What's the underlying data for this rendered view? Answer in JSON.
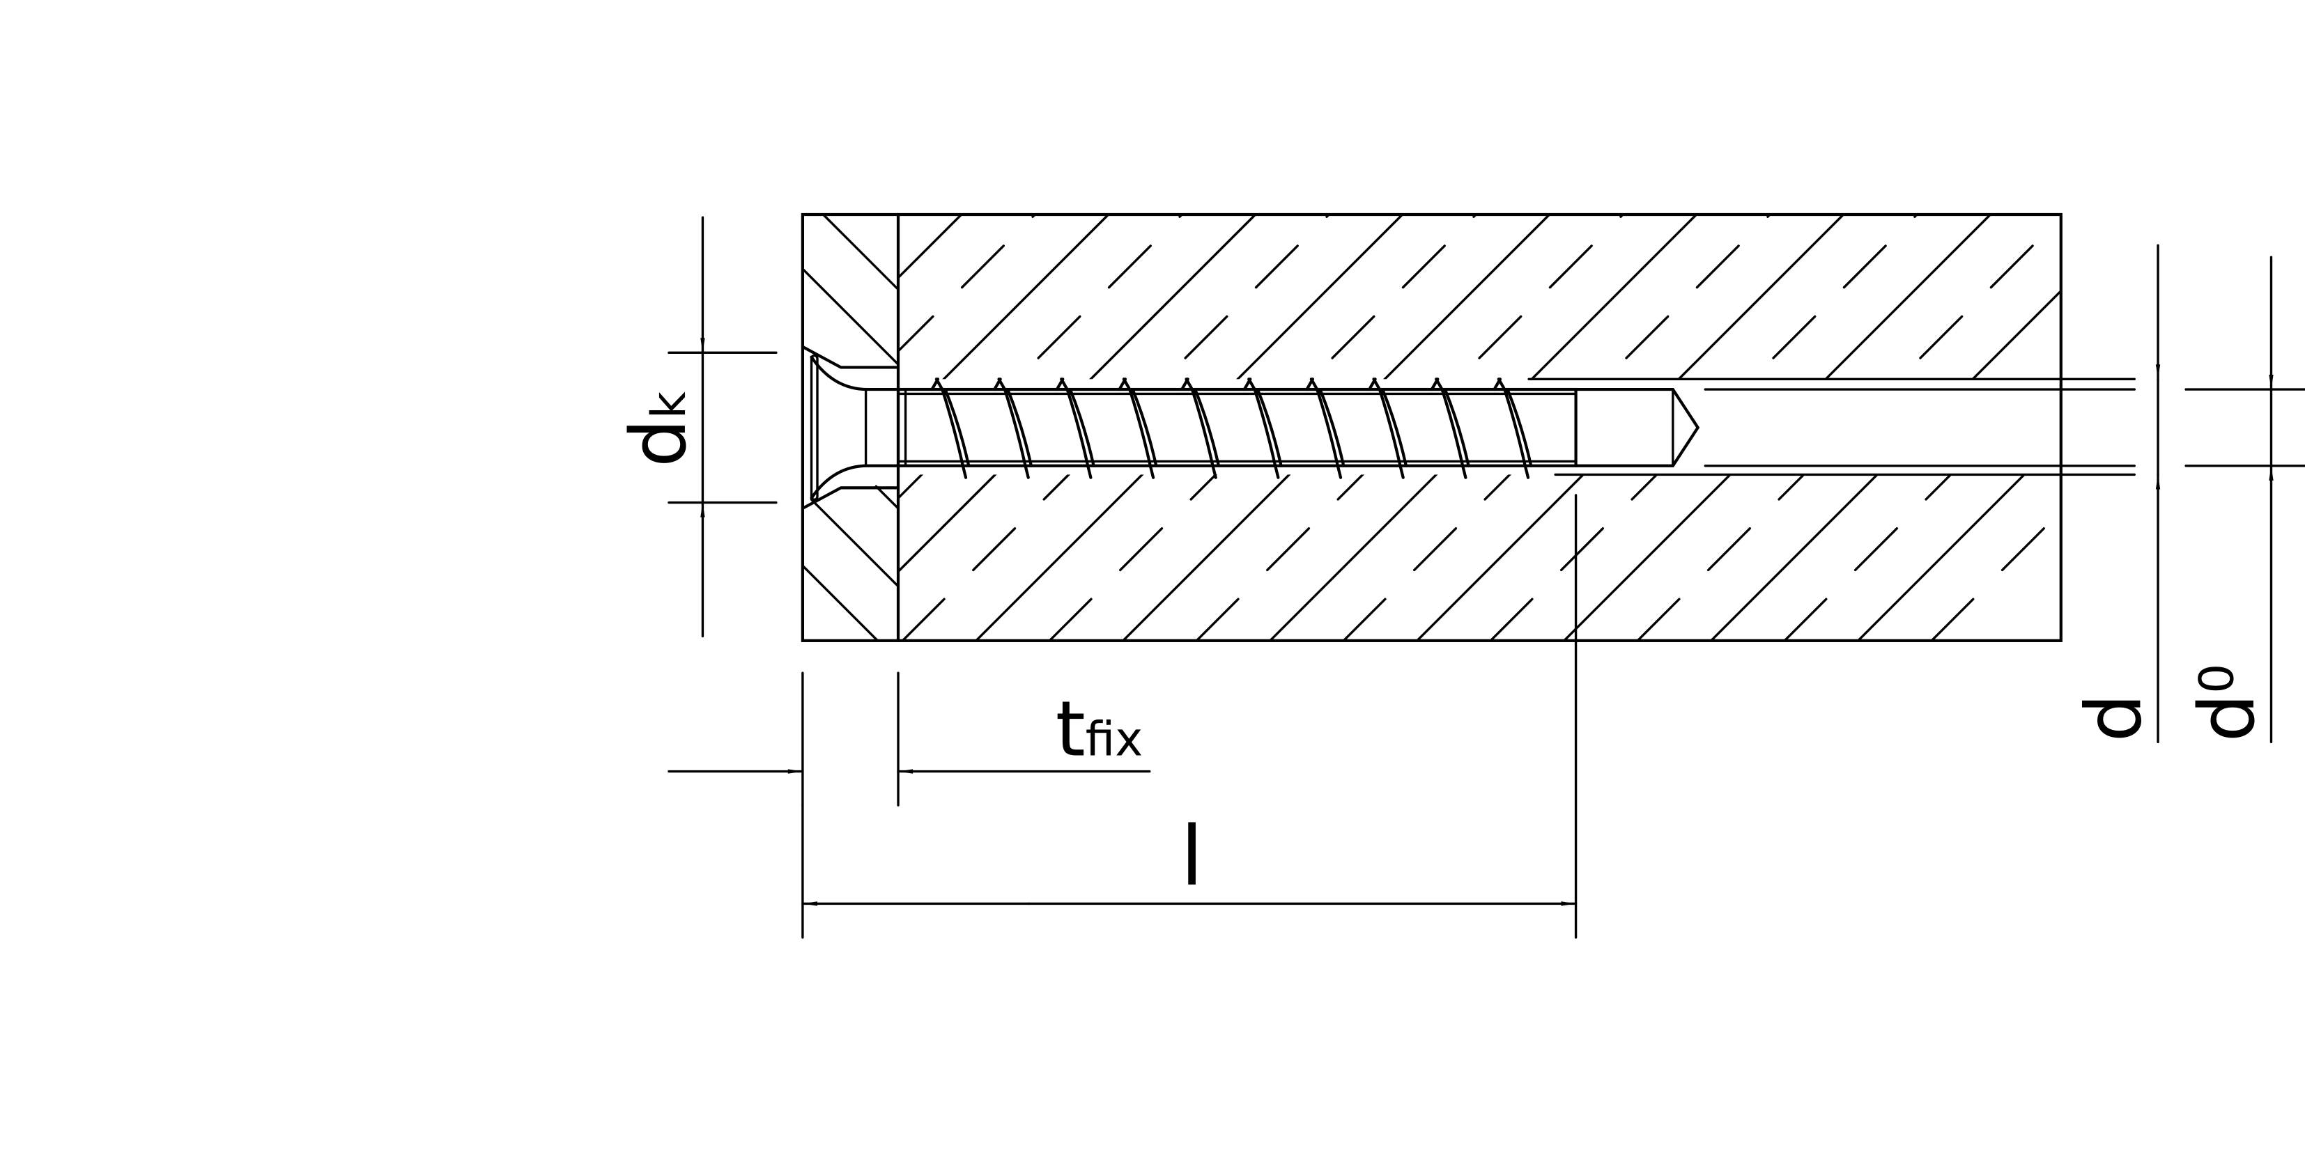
{
  "labels": {
    "dk": {
      "main": "d",
      "sub": "k"
    },
    "tfix": {
      "main": "t",
      "sub": "fix"
    },
    "l": "l",
    "d": "d",
    "d0": {
      "main": "d",
      "sub": "0"
    }
  },
  "colors": {
    "line": "#000000",
    "background": "#ffffff"
  }
}
